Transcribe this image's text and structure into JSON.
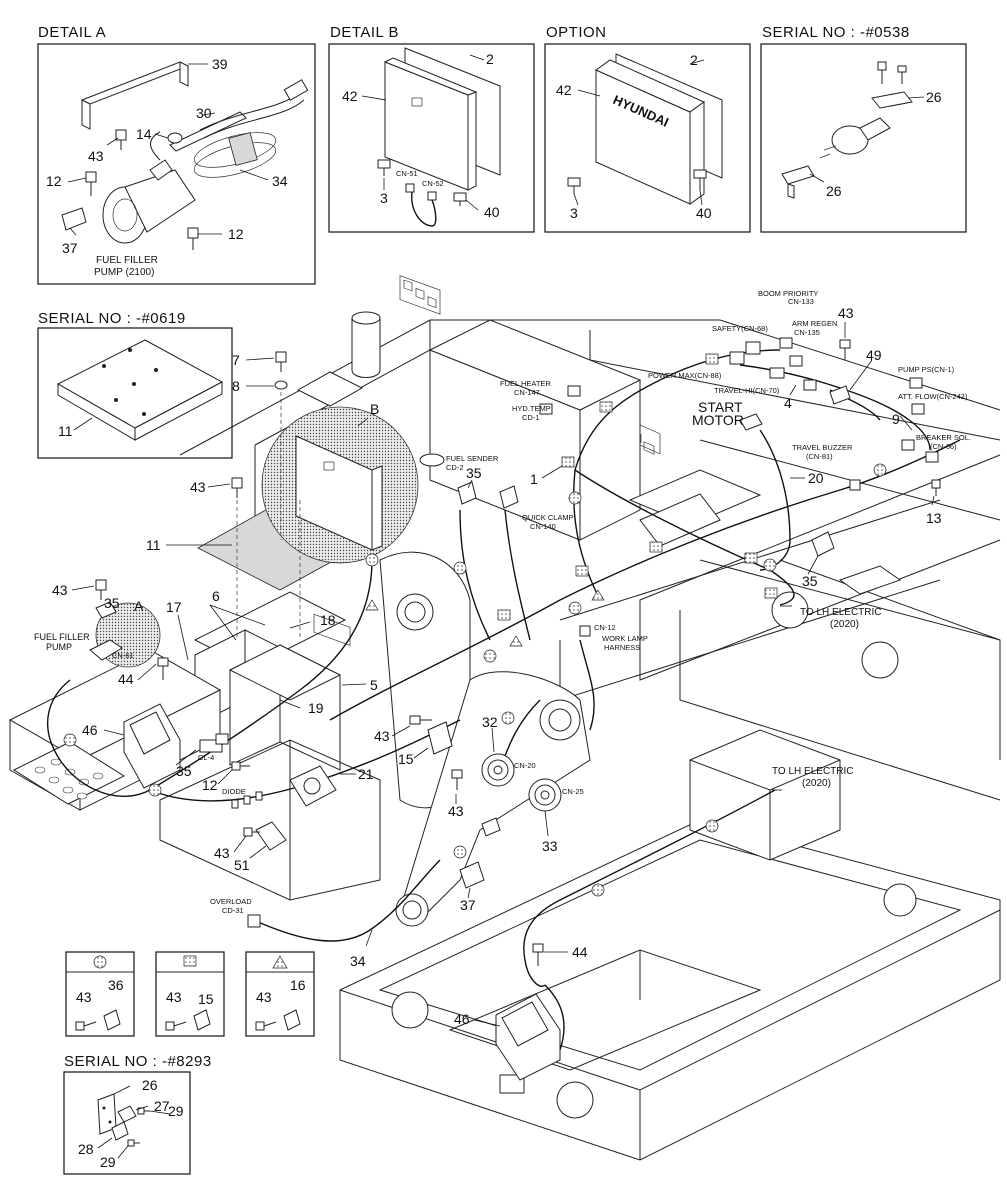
{
  "details": {
    "detail_a": {
      "title": "DETAIL  A",
      "callouts": [
        "39",
        "30",
        "14",
        "43",
        "34",
        "12",
        "37",
        "12"
      ],
      "pump_caption_1": "FUEL FILLER",
      "pump_caption_2": "PUMP (2100)"
    },
    "detail_b": {
      "title": "DETAIL B",
      "callouts": [
        "2",
        "42",
        "3",
        "40"
      ],
      "connectors": [
        "CN-51",
        "CN-52"
      ]
    },
    "option": {
      "title": "OPTION",
      "brand": "HYUNDAI",
      "callouts": [
        "2",
        "42",
        "3",
        "40"
      ]
    },
    "serial_0538": {
      "title": "SERIAL NO : -#0538",
      "callouts": [
        "26",
        "26"
      ]
    },
    "serial_0619": {
      "title": "SERIAL NO : -#0619",
      "callouts": [
        "11"
      ]
    },
    "serial_8293": {
      "title": "SERIAL NO : -#8293",
      "callouts": [
        "26",
        "27",
        "29",
        "28",
        "29"
      ]
    }
  },
  "legend": [
    {
      "symbol": "dotted-circle",
      "callouts": [
        "43",
        "36"
      ]
    },
    {
      "symbol": "dotted-square",
      "callouts": [
        "43",
        "15"
      ]
    },
    {
      "symbol": "dotted-triangle",
      "callouts": [
        "43",
        "16"
      ]
    }
  ],
  "main": {
    "detail_marker_a": "A",
    "detail_marker_b": "B",
    "callouts": {
      "c7": "7",
      "c8": "8",
      "c43a": "43",
      "c11": "11",
      "c43b": "43",
      "c35a": "35",
      "c6": "6",
      "c17": "17",
      "c18": "18",
      "c44a": "44",
      "c5": "5",
      "c46a": "46",
      "c19": "19",
      "c35b": "35",
      "c12": "12",
      "c21": "21",
      "c43c": "43",
      "c51": "51",
      "c43d": "43",
      "c15": "15",
      "c43e": "43",
      "c32": "32",
      "c33": "33",
      "c37": "37",
      "c34": "34",
      "c44b": "44",
      "c46b": "46",
      "c35c": "35",
      "c1": "1",
      "c20": "20",
      "c35d": "35",
      "c43f": "43",
      "c49": "49",
      "c4": "4",
      "c9": "9",
      "c13": "13"
    },
    "labels": {
      "fuel_filler_pump_1": "FUEL FILLER",
      "fuel_filler_pump_2": "PUMP",
      "cn61": "CN-61",
      "cl4": "CL-4",
      "diode": "DIODE",
      "overload_1": "OVERLOAD",
      "overload_2": "CD-31",
      "cn20": "CN-20",
      "cn25": "CN-25",
      "cn12": "CN-12",
      "work_lamp_1": "WORK LAMP",
      "work_lamp_2": "HARNESS",
      "fuel_heater_1": "FUEL HEATER",
      "fuel_heater_2": "CN-147",
      "hyd_temp_1": "HYD.TEMP",
      "hyd_temp_2": "CD-1",
      "fuel_sender_1": "FUEL SENDER",
      "fuel_sender_2": "CD-2",
      "quick_clamp_1": "QUICK CLAMP",
      "quick_clamp_2": "CN-140",
      "boom_priority_1": "BOOM PRIORITY",
      "boom_priority_2": "CN-133",
      "safety": "SAFETY(CN-68)",
      "arm_regen_1": "ARM REGEN",
      "arm_regen_2": "CN-135",
      "power_max": "POWER MAX(CN-88)",
      "travel_hi": "TRAVEL-HI(CN-70)",
      "start_motor_1": "START",
      "start_motor_2": "MOTOR",
      "pump_ps": "PUMP PS(CN-1)",
      "att_flow": "ATT. FLOW(CN-242)",
      "breaker_1": "BREAKER SOL.",
      "breaker_2": "(CN-66)",
      "travel_buzzer_1": "TRAVEL BUZZER",
      "travel_buzzer_2": "(CN-81)",
      "to_lh_1a": "TO LH ELECTRIC",
      "to_lh_1b": "(2020)",
      "to_lh_2a": "TO LH ELECTRIC",
      "to_lh_2b": "(2020)"
    }
  }
}
